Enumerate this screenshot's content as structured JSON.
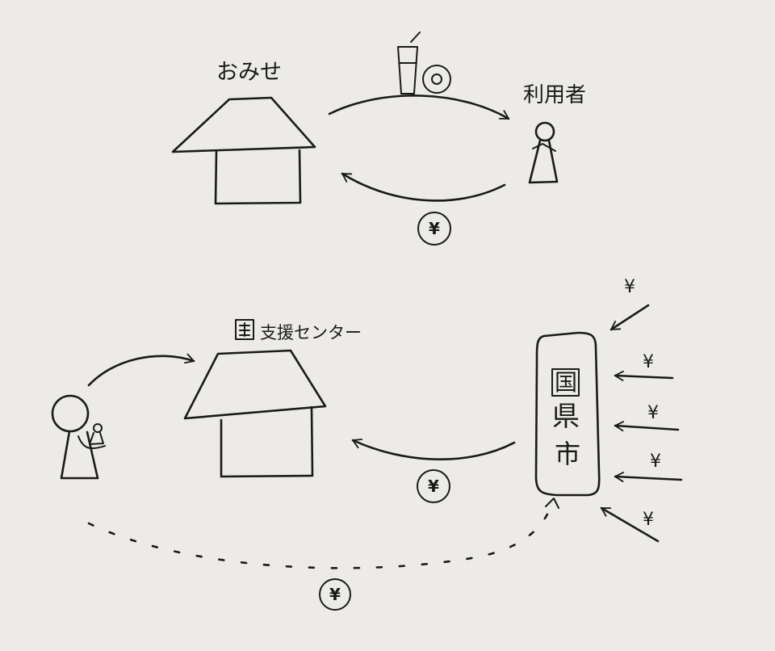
{
  "top_section": {
    "shop_label": "おみせ",
    "user_label": "利用者",
    "payment_symbol": "¥",
    "goods": [
      "drink-cup-icon",
      "donut-icon"
    ]
  },
  "bottom_section": {
    "support_center_label": "支援センター",
    "support_center_prefix_icon": "national-emblem-icon",
    "government_labels": [
      "国",
      "県",
      "市"
    ],
    "center_payment_symbol": "¥",
    "parent_payment_symbol": "¥",
    "tax_inflow_symbols": [
      "¥",
      "¥",
      "¥",
      "¥",
      "¥"
    ]
  },
  "colors": {
    "paper": "#ecebe7",
    "ink": "#1a1a1a"
  }
}
